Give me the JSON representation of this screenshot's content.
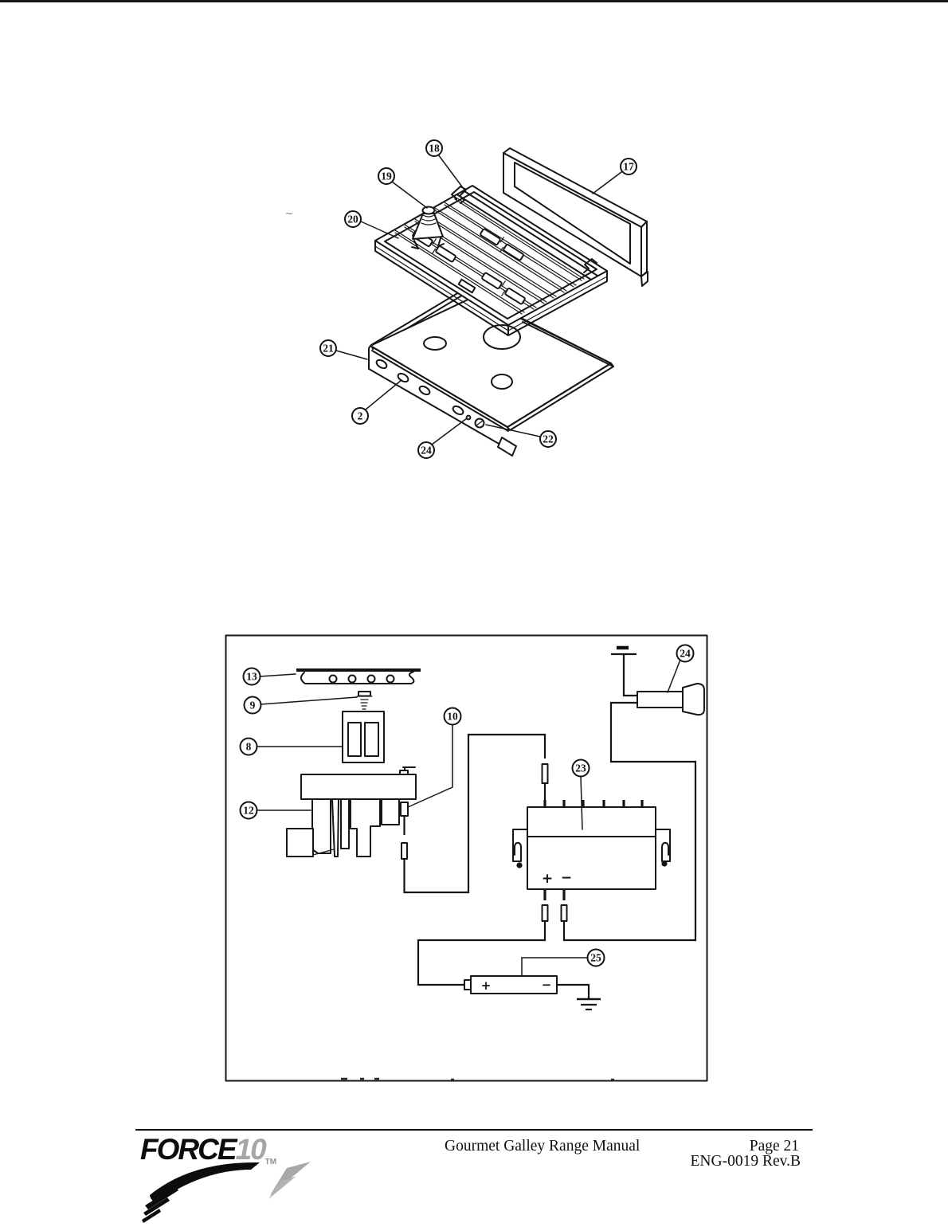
{
  "figures": {
    "exploded": {
      "callouts": [
        "18",
        "19",
        "17",
        "20",
        "21",
        "2",
        "24",
        "22"
      ],
      "stray_mark": "~"
    },
    "wiring": {
      "callouts": [
        "13",
        "9",
        "8",
        "12",
        "10",
        "23",
        "24",
        "25"
      ],
      "module": {
        "plus": "+",
        "minus": "−"
      },
      "battery": {
        "plus": "+",
        "minus": "−"
      }
    }
  },
  "footer": {
    "brand": "FORCE",
    "brand_num": "10",
    "trademark": "TM",
    "manual_title": "Gourmet Galley Range Manual",
    "page_label": "Page 21",
    "doc_label": "ENG-0019  Rev.B"
  }
}
